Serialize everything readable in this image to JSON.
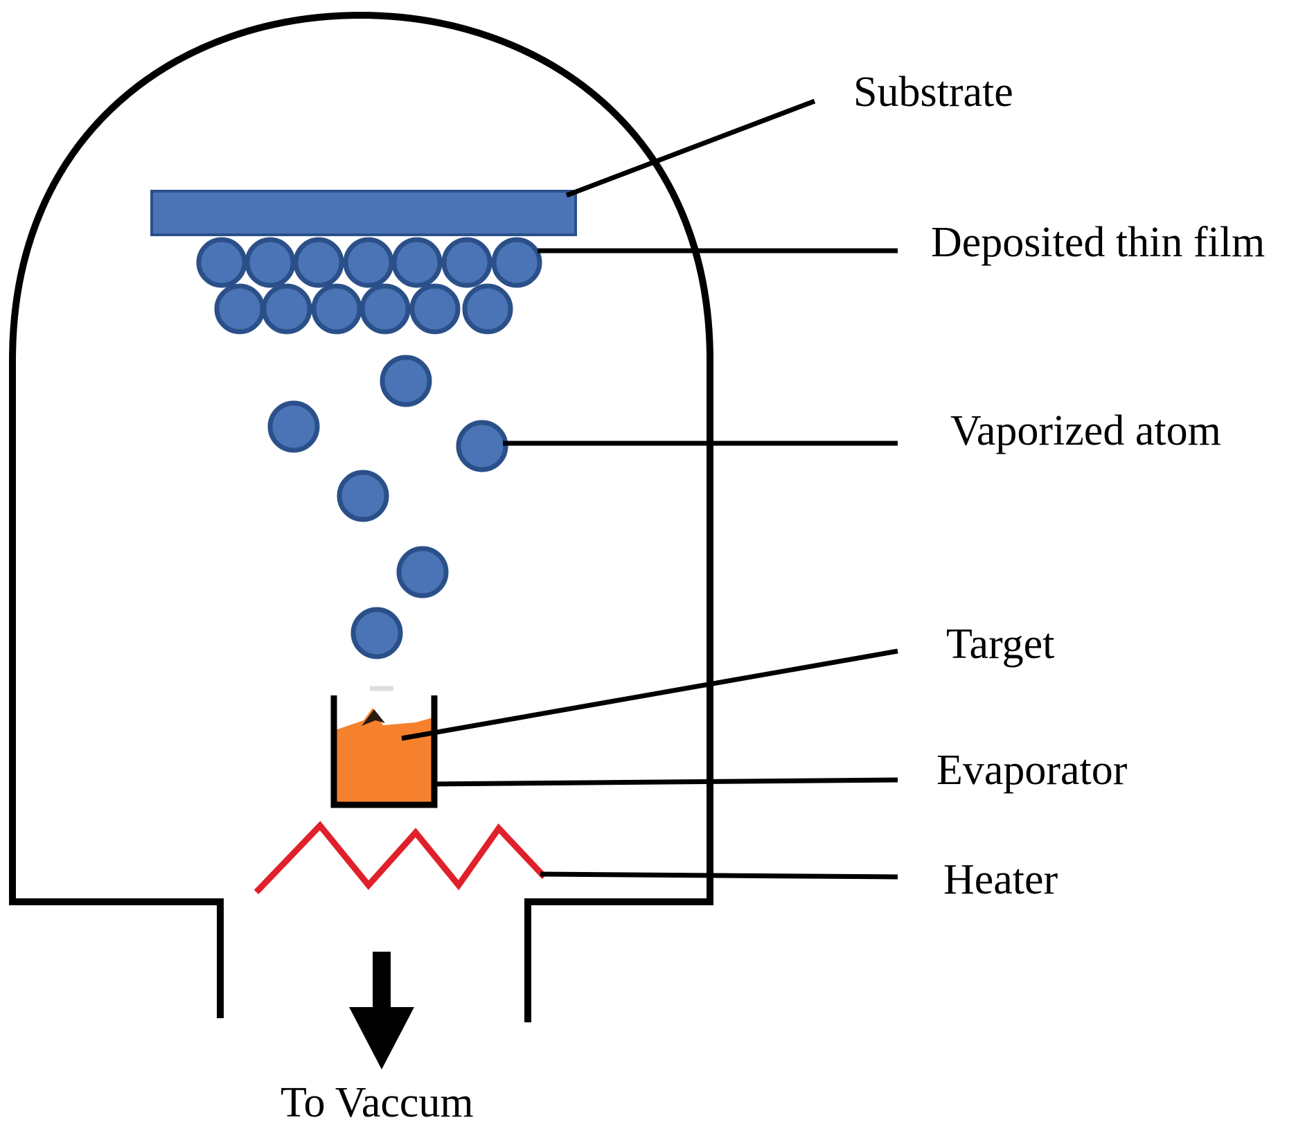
{
  "labels": {
    "substrate": "Substrate",
    "film": "Deposited thin film",
    "atom": "Vaporized atom",
    "target": "Target",
    "evaporator": "Evaporator",
    "heater": "Heater",
    "vacuum": "To Vaccum"
  },
  "colors": {
    "outline": "#000000",
    "substrate": "#4a74b5",
    "atom": "#4a74b5",
    "atom_edge": "#2b5089",
    "target": "#f5812e",
    "heater": "#e0202a"
  }
}
